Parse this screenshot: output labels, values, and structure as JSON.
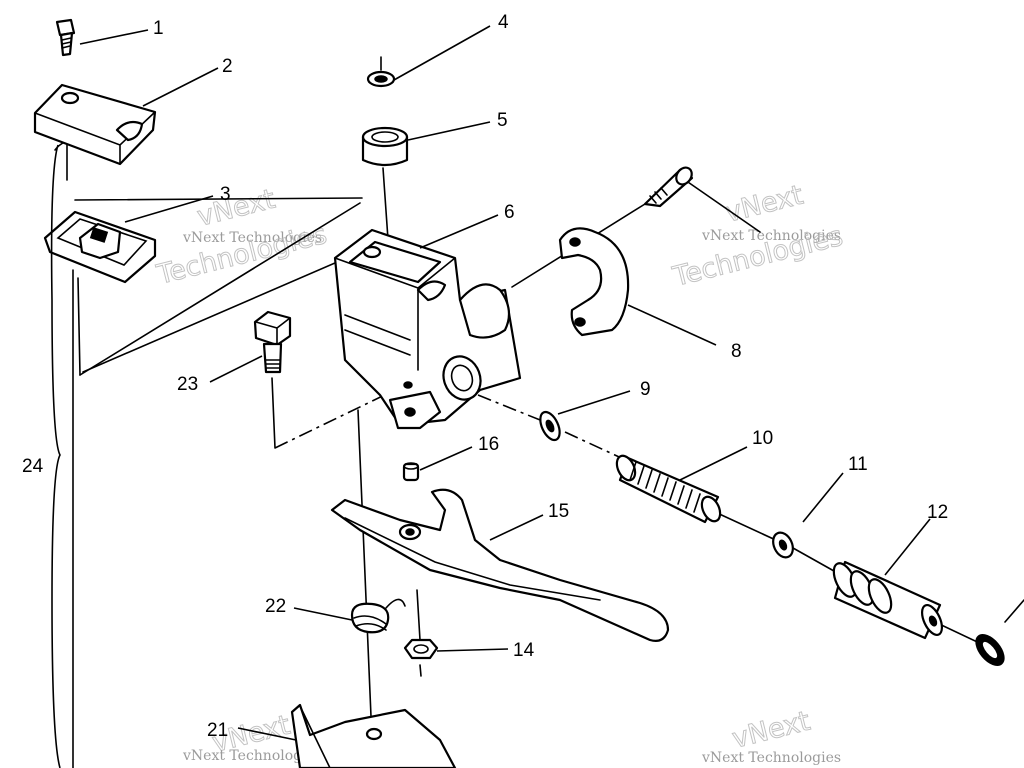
{
  "diagram": {
    "callouts": [
      {
        "id": "c1",
        "label": "1"
      },
      {
        "id": "c2",
        "label": "2"
      },
      {
        "id": "c3",
        "label": "3"
      },
      {
        "id": "c4",
        "label": "4"
      },
      {
        "id": "c5",
        "label": "5"
      },
      {
        "id": "c6",
        "label": "6"
      },
      {
        "id": "c8",
        "label": "8"
      },
      {
        "id": "c9",
        "label": "9"
      },
      {
        "id": "c10",
        "label": "10"
      },
      {
        "id": "c11",
        "label": "11"
      },
      {
        "id": "c12",
        "label": "12"
      },
      {
        "id": "c14",
        "label": "14"
      },
      {
        "id": "c15",
        "label": "15"
      },
      {
        "id": "c16",
        "label": "16"
      },
      {
        "id": "c21",
        "label": "21"
      },
      {
        "id": "c22",
        "label": "22"
      },
      {
        "id": "c23",
        "label": "23"
      },
      {
        "id": "c24",
        "label": "24"
      }
    ],
    "watermark": {
      "company": "vNext Technologies",
      "brand_top": "vNext",
      "brand_bottom": "Technologies"
    }
  }
}
